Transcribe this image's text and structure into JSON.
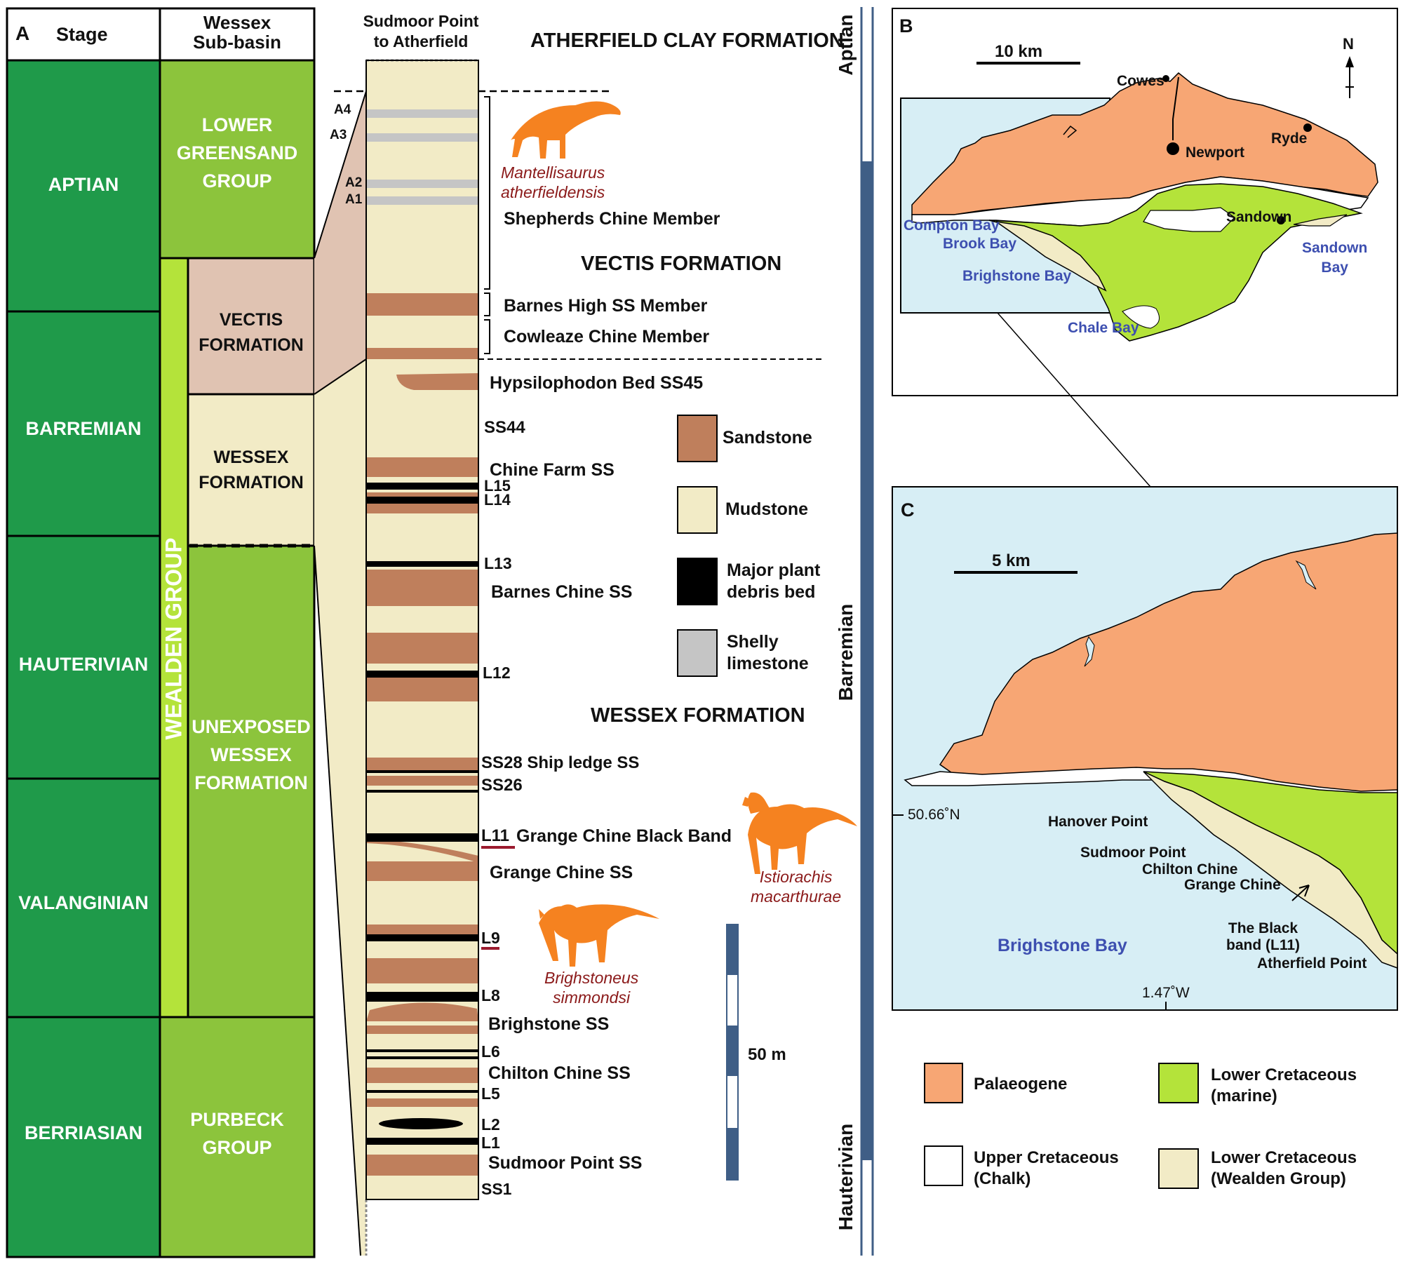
{
  "colors": {
    "stage_green": "#1f9a4a",
    "sub_green": "#8cc43c",
    "wealden_green": "#b4e33a",
    "vectis": "#e0c3b2",
    "mudstone": "#f2ebc6",
    "sandstone": "#bf7f5c",
    "plant": "#000000",
    "shelly": "#c5c5c5",
    "palaeogene": "#f7a674",
    "marine": "#b4e33a",
    "sea": "#d7eef5",
    "dino": "#f58220",
    "bar_blue": "#3f5e86"
  },
  "panel_a": {
    "letter": "A",
    "stage_header": "Stage",
    "subbasin_header": "Wessex\nSub-basin",
    "stages": [
      "APTIAN",
      "BARREMIAN",
      "HAUTERIVIAN",
      "VALANGINIAN",
      "BERRIASIAN"
    ],
    "lower_greensand": "LOWER\nGREENSAND\nGROUP",
    "vectis": "VECTIS\nFORMATION",
    "wessex": "WESSEX\nFORMATION",
    "unexposed": "UNEXPOSED\nWESSEX\nFORMATION",
    "purbeck": "PURBECK\nGROUP",
    "wealden": "WEALDEN GROUP"
  },
  "column": {
    "title": "Sudmoor Point\nto Atherfield",
    "shelly_labels": [
      "A4",
      "A3",
      "A2",
      "A1"
    ],
    "labels": [
      "ATHERFIELD CLAY FORMATION",
      "Shepherds Chine Member",
      "VECTIS FORMATION",
      "Barnes High SS Member",
      "Cowleaze Chine Member",
      "Hypsilophodon Bed SS45",
      "SS44",
      "Chine Farm SS",
      "L15",
      "L14",
      "L13",
      "Barnes Chine SS",
      "L12",
      "WESSEX FORMATION",
      "SS28 Ship ledge SS",
      "SS26",
      "L11",
      "Grange Chine Black Band",
      "Grange Chine SS",
      "L9",
      "L8",
      "Brighstone SS",
      "L6",
      "Chilton Chine SS",
      "L5",
      "L2",
      "L1",
      "Sudmoor Point SS",
      "SS1"
    ],
    "species": [
      "Mantellisaurus\natherfieldensis",
      "Istiorachis\nmacarthurae",
      "Brighstoneus\nsimmondsi"
    ],
    "legend": [
      "Sandstone",
      "Mudstone",
      "Major plant\ndebris bed",
      "Shelly\nlimestone"
    ],
    "scale": "50 m",
    "ages": [
      "Aptian",
      "Barremian",
      "Hauterivian"
    ]
  },
  "panel_b": {
    "letter": "B",
    "scale": "10 km",
    "north": "N",
    "places": [
      "Cowes",
      "Newport",
      "Ryde",
      "Sandown"
    ],
    "bays": [
      "Compton Bay",
      "Brook Bay",
      "Brighstone Bay",
      "Chale Bay",
      "Sandown\nBay"
    ]
  },
  "panel_c": {
    "letter": "C",
    "scale": "5 km",
    "lat": "50.66˚N",
    "lon": "1.47˚W",
    "places": [
      "Hanover Point",
      "Sudmoor Point",
      "Chilton Chine",
      "Grange Chine",
      "The Black\nband (L11)",
      "Atherfield Point"
    ],
    "bay": "Brighstone Bay"
  },
  "map_legend": [
    "Palaeogene",
    "Lower Cretaceous\n(marine)",
    "Upper Cretaceous\n(Chalk)",
    "Lower Cretaceous\n(Wealden Group)"
  ]
}
